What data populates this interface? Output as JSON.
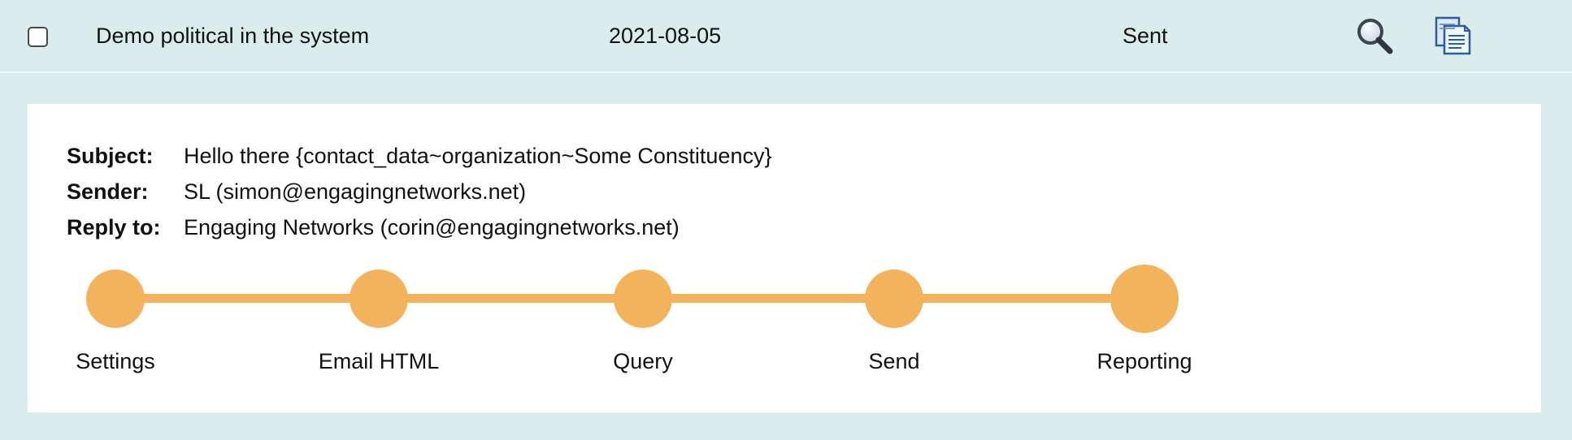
{
  "row": {
    "checkbox_checked": false,
    "name": "Demo political in the system",
    "date": "2021-08-05",
    "status": "Sent",
    "actions": [
      {
        "icon": "search-icon"
      },
      {
        "icon": "copy-document-icon"
      }
    ]
  },
  "details": {
    "subject_label": "Subject:",
    "subject_value": "Hello there {contact_data~organization~Some Constituency}",
    "sender_label": "Sender:",
    "sender_value": "SL (simon@engagingnetworks.net)",
    "reply_label": "Reply to:",
    "reply_value": "Engaging Networks (corin@engagingnetworks.net)"
  },
  "steps": [
    {
      "label": "Settings"
    },
    {
      "label": "Email HTML"
    },
    {
      "label": "Query"
    },
    {
      "label": "Send"
    },
    {
      "label": "Reporting"
    }
  ],
  "colors": {
    "row_background": "#daecec",
    "step_accent": "#f3b35a",
    "panel_background": "#ffffff"
  }
}
